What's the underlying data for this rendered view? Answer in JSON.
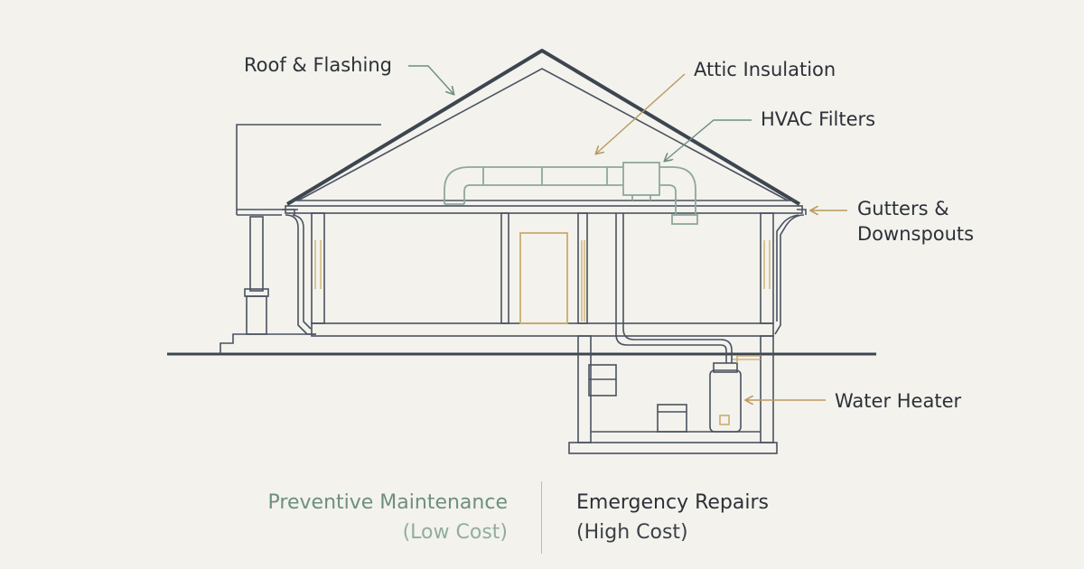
{
  "callouts": {
    "roof": "Roof & Flashing",
    "attic": "Attic Insulation",
    "hvac": "HVAC Filters",
    "gutters_line1": "Gutters &",
    "gutters_line2": "Downspouts",
    "water_heater": "Water Heater"
  },
  "comparison": {
    "preventive_title": "Preventive Maintenance",
    "preventive_sub": "(Low Cost)",
    "emergency_title": "Emergency Repairs",
    "emergency_sub": "(High Cost)"
  },
  "colors": {
    "background": "#f3f2ed",
    "line_dark": "#3d4550",
    "line_structure": "#4a5260",
    "duct": "#8fa79b",
    "callout_arrow_green": "#6e8f80",
    "callout_arrow_gold": "#b99a5f",
    "insulation": "#d8c28c",
    "preventive_text": "#6e8f80",
    "emergency_text": "#2c3138"
  }
}
